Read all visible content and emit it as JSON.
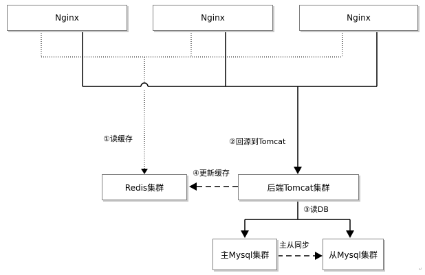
{
  "nodes": {
    "nginx_1": "Nginx",
    "nginx_2": "Nginx",
    "nginx_3": "Nginx",
    "redis": "Redis集群",
    "tomcat": "后端Tomcat集群",
    "mysql_master": "主Mysql集群",
    "mysql_slave": "从Mysql集群"
  },
  "edges": {
    "read_cache": "①读缓存",
    "back_to_tomcat": "②回源到Tomcat",
    "read_db": "③读DB",
    "update_cache": "④更新缓存",
    "master_slave_sync": "主从同步"
  },
  "footer_mark": "↵"
}
